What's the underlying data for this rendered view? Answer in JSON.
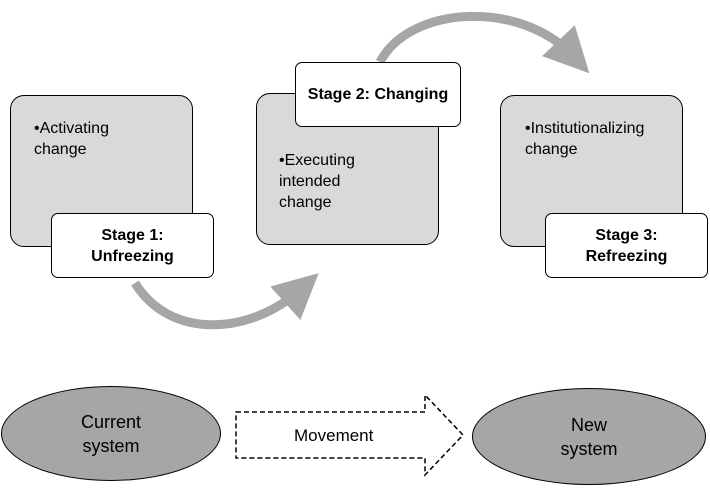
{
  "stages": [
    {
      "title": "Stage 1:\nUnfreezing",
      "bullet": "•Activating\nchange"
    },
    {
      "title": "Stage 2: Changing",
      "bullet": "•Executing\nintended\nchange"
    },
    {
      "title": "Stage 3:\nRefreezing",
      "bullet": "•Institutionalizing\nchange"
    }
  ],
  "current_system": "Current\nsystem",
  "new_system": "New\nsystem",
  "movement_label": "Movement",
  "colors": {
    "stage_fill": "#d9d9d9",
    "ellipse_fill": "#a6a6a6",
    "arrow_gray": "#a6a6a6",
    "outline": "#000000"
  }
}
